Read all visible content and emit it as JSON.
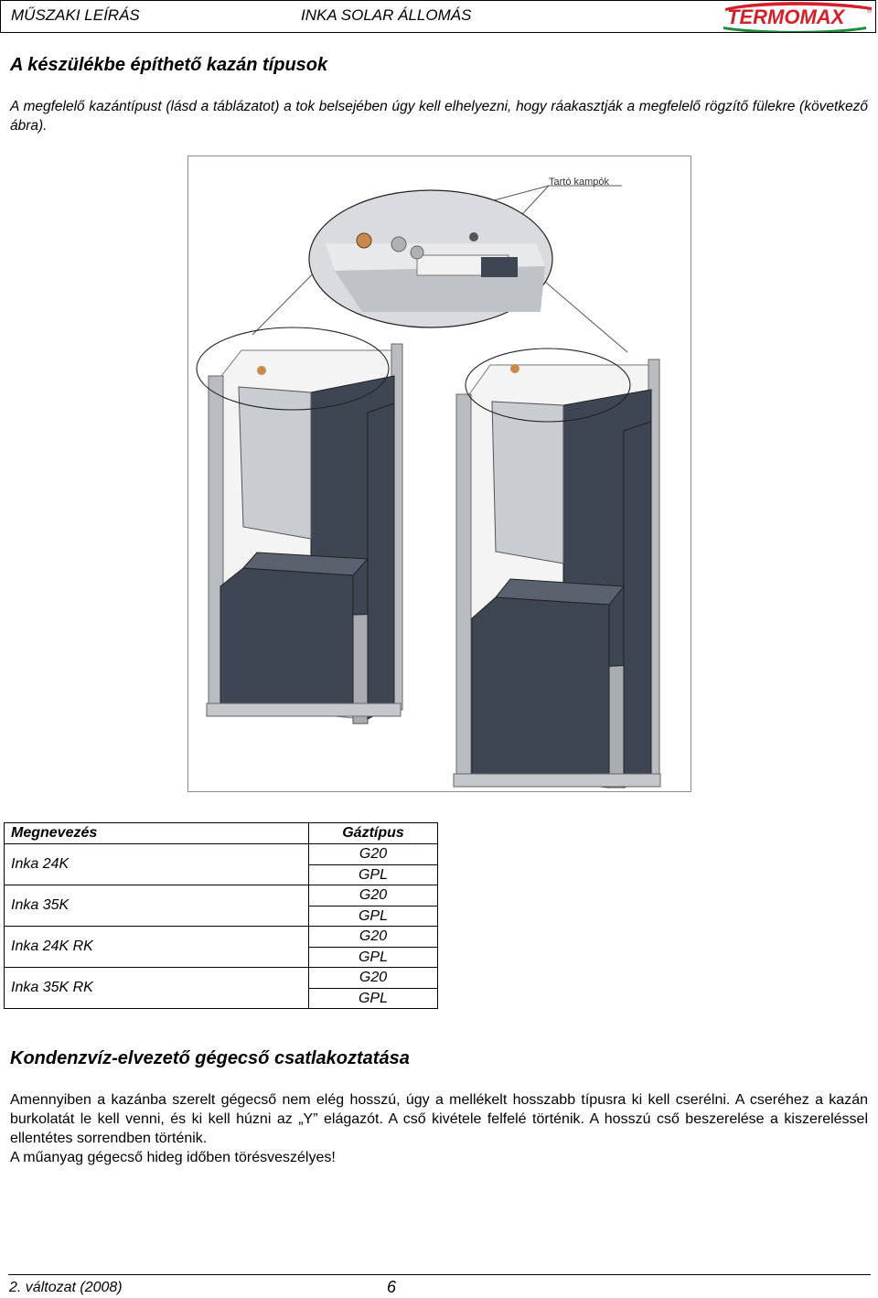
{
  "header": {
    "left": "MŰSZAKI LEÍRÁS",
    "center": "INKA SOLAR ÁLLOMÁS",
    "logo_text": "TERMOMAX",
    "logo_mark": "®"
  },
  "section1": {
    "title": "A készülékbe építhető kazán típusok",
    "paragraph": "A megfelelő kazántípust (lásd a táblázatot) a tok belsejében úgy kell elhelyezni, hogy ráakasztják a megfelelő rögzítő fülekre (következő ábra)."
  },
  "figure": {
    "callout_label": "Tartó kampók"
  },
  "table": {
    "headers": [
      "Megnevezés",
      "Gáztípus"
    ],
    "rows": [
      {
        "name": "Inka 24K",
        "gas": [
          "G20",
          "GPL"
        ]
      },
      {
        "name": "Inka 35K",
        "gas": [
          "G20",
          "GPL"
        ]
      },
      {
        "name": "Inka 24K RK",
        "gas": [
          "G20",
          "GPL"
        ]
      },
      {
        "name": "Inka 35K RK",
        "gas": [
          "G20",
          "GPL"
        ]
      }
    ]
  },
  "section2": {
    "title": "Kondenzvíz-elvezető gégecső csatlakoztatása",
    "paragraph": "Amennyiben a kazánba szerelt gégecső nem elég hosszú, úgy a mellékelt hosszabb típusra ki kell cserélni. A cseréhez a kazán burkolatát le kell venni, és ki kell húzni az „Y” elágazót. A cső kivétele felfelé történik. A hosszú cső beszerelése a kiszereléssel ellentétes sorrendben történik.",
    "warning": "A műanyag gégecső hideg időben törésveszélyes!"
  },
  "footer": {
    "version": "2. változat (2008)",
    "page": "6"
  },
  "colors": {
    "logo_red": "#d4202a",
    "logo_green": "#1f8a3a",
    "frame_gray": "#9aa0a6",
    "panel_dark": "#3f4653",
    "panel_light": "#c9ccd1"
  }
}
